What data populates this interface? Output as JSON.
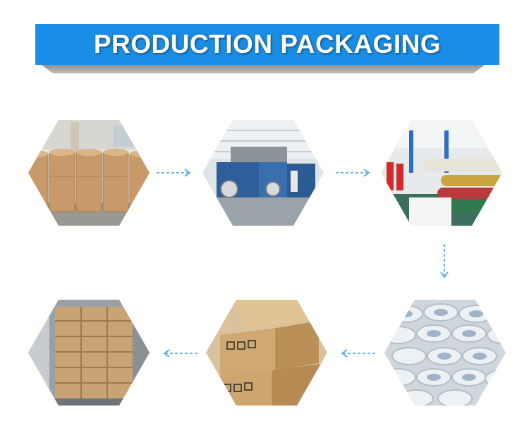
{
  "banner": {
    "title": "PRODUCTION PACKAGING"
  },
  "steps": [
    {
      "name": "tape-rolls",
      "icon": "tape-jumbo-rolls-photo"
    },
    {
      "name": "factory",
      "icon": "coating-machine-photo"
    },
    {
      "name": "slitting",
      "icon": "slitting-machine-photo"
    },
    {
      "name": "finished-rolls",
      "icon": "finished-tape-rolls-photo"
    },
    {
      "name": "cartons",
      "icon": "packed-cartons-photo"
    },
    {
      "name": "container",
      "icon": "container-loading-photo"
    }
  ],
  "colors": {
    "banner": "#1a8ee6",
    "arrow": "#6bb1e0"
  }
}
